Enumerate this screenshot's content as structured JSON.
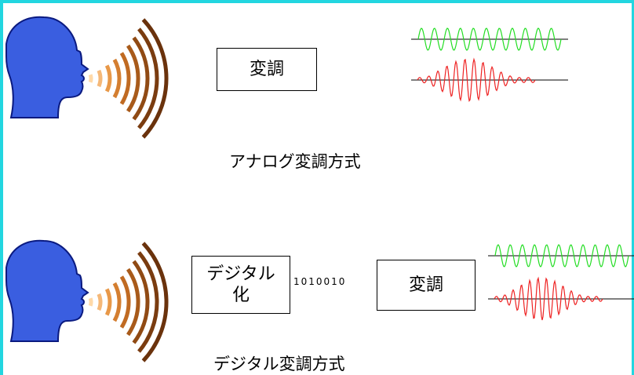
{
  "analog": {
    "modulation_label": "変調",
    "caption": "アナログ変調方式"
  },
  "digital": {
    "digitize_label": "デジタル化",
    "bitstream": "1010010",
    "modulation_label": "変調",
    "caption": "デジタル変調方式"
  },
  "icons": [
    "speaking-head-icon",
    "sound-waves-icon",
    "carrier-wave-icon",
    "modulated-wave-icon"
  ],
  "colors": {
    "frame": "#22d6e0",
    "head": "#3a5ee0",
    "carrier": "#22dd22",
    "modulated": "#ee2222"
  }
}
